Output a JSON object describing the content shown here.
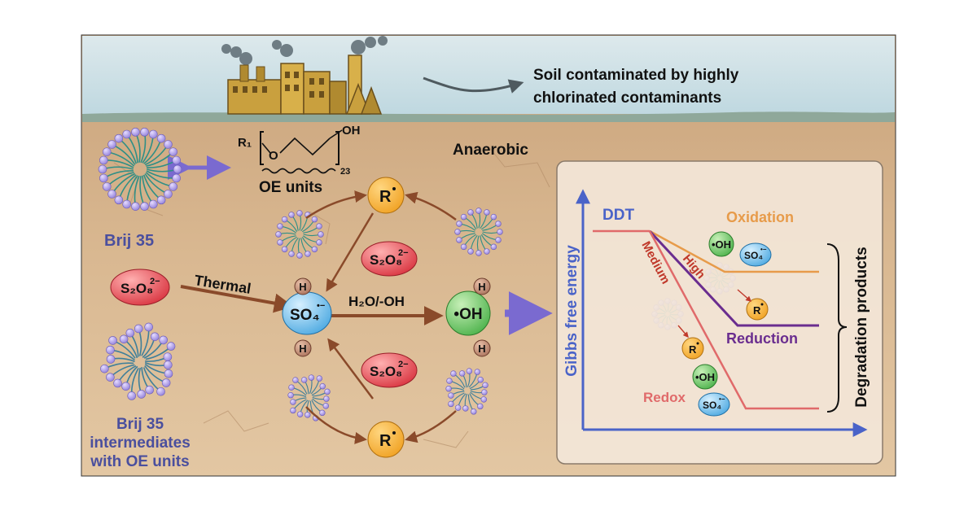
{
  "header": {
    "line1": "Soil contaminated by highly",
    "line2": "chlorinated contaminants"
  },
  "structure": {
    "r1": "R₁",
    "o": "O",
    "oh": "OH",
    "n": "23",
    "oe_label": "OE units"
  },
  "labels": {
    "anaerobic": "Anaerobic",
    "brij35": "Brij 35",
    "intermediates_1": "Brij 35",
    "intermediates_2": "intermediates",
    "intermediates_3": "with OE units",
    "thermal": "Thermal",
    "h2o_oh": "H₂O/-OH"
  },
  "species": {
    "r_radical": "R",
    "so4_radical": "SO₄",
    "so4_charge": "•−",
    "oh_radical": "•OH",
    "persulfate": "S₂O₈",
    "persulfate_charge": "2−",
    "h": "H"
  },
  "energy_panel": {
    "y_axis": "Gibbs free energy",
    "right_label": "Degradation products",
    "ddt": "DDT",
    "oxidation": "Oxidation",
    "reduction": "Reduction",
    "redox": "Redox",
    "high": "High",
    "medium": "Medium"
  },
  "colors": {
    "sky": "#cfe3ea",
    "soil": "#d6b38c",
    "orange_radical": "#f5a623",
    "blue_radical": "#5bb8e8",
    "green_radical": "#5fbf5a",
    "red_persulfate": "#e2474f",
    "navy_text": "#4a4f9e",
    "oxidation": "#e79b4a",
    "reduction": "#6a2d8f",
    "redox": "#e06a6a",
    "arrow_brown": "#8a4a2a"
  }
}
